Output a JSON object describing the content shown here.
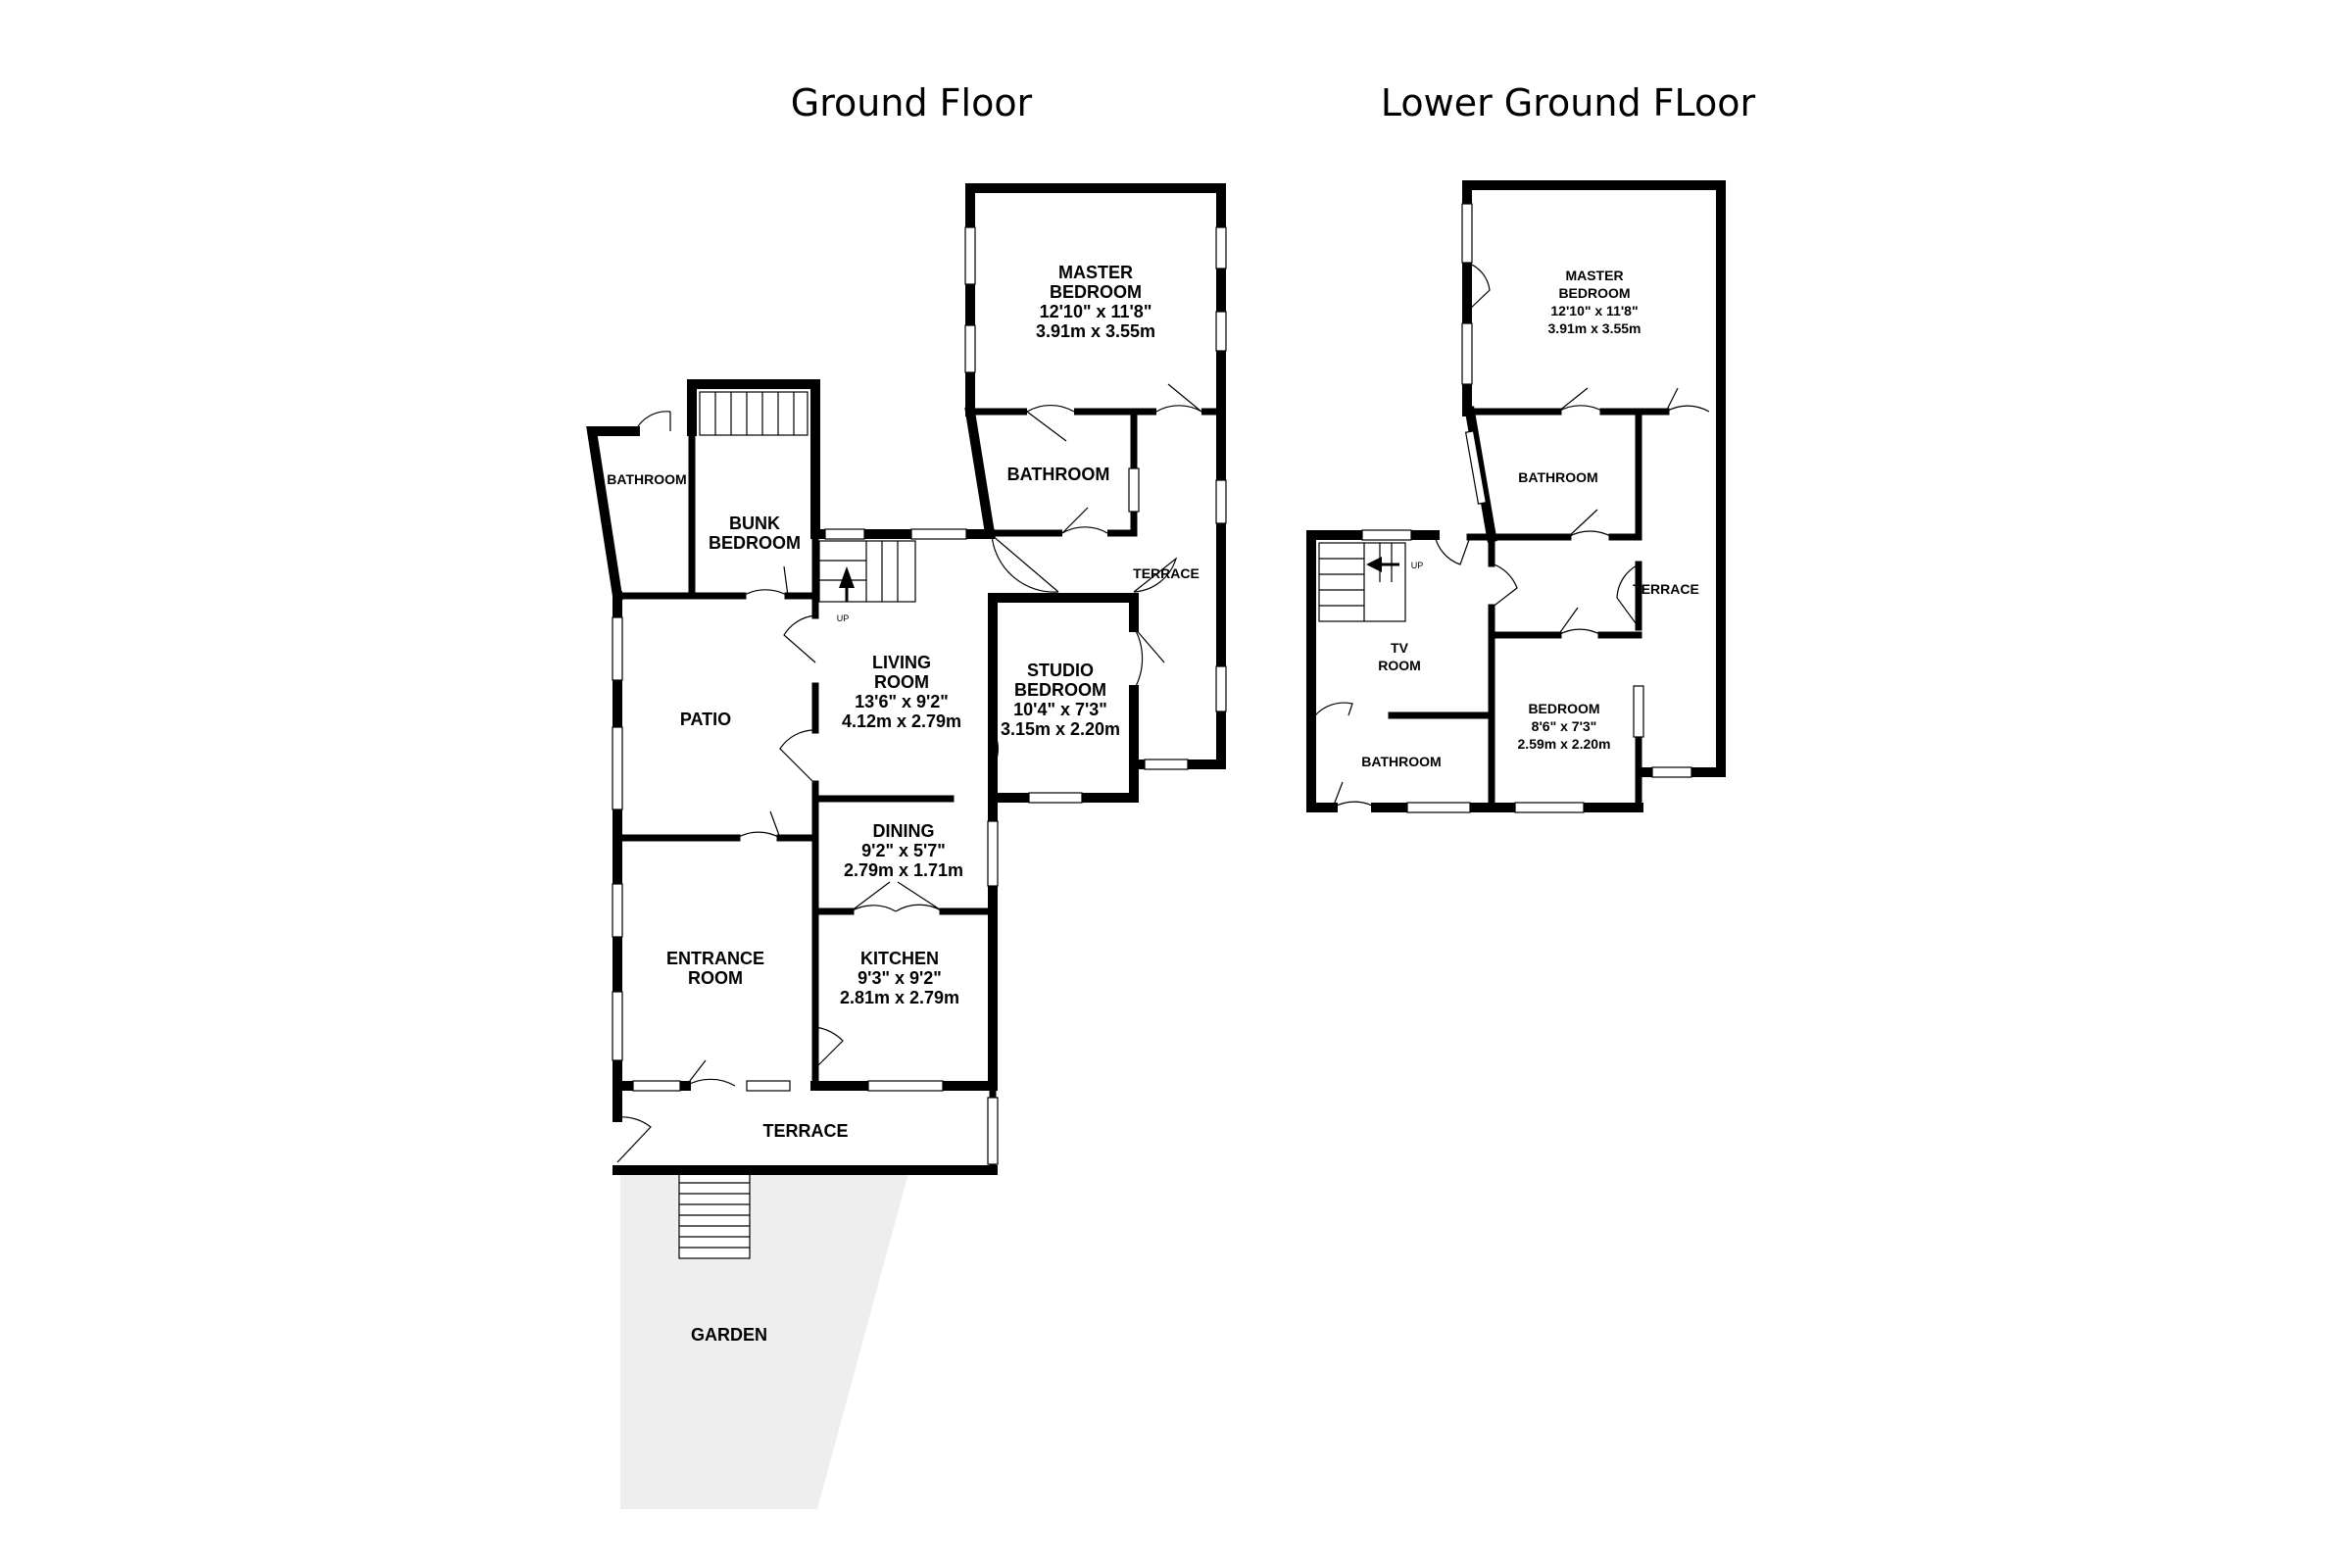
{
  "floors": {
    "ground": {
      "title": "Ground Floor",
      "rooms": {
        "master": [
          "MASTER",
          "BEDROOM",
          "12'10\"  x 11'8\"",
          "3.91m  x 3.55m"
        ],
        "bathroom": [
          "BATHROOM"
        ],
        "terrace_right": [
          "TERRACE"
        ],
        "bathroom_small": [
          "BATHROOM"
        ],
        "bunk": [
          "BUNK",
          "BEDROOM"
        ],
        "living": [
          "LIVING",
          "ROOM",
          "13'6\"  x 9'2\"",
          "4.12m  x 2.79m"
        ],
        "studio": [
          "STUDIO",
          "BEDROOM",
          "10'4\"  x 7'3\"",
          "3.15m  x 2.20m"
        ],
        "patio": [
          "PATIO"
        ],
        "dining": [
          "DINING",
          "9'2\"  x 5'7\"",
          "2.79m  x 1.71m"
        ],
        "entrance": [
          "ENTRANCE",
          "ROOM"
        ],
        "kitchen": [
          "KITCHEN",
          "9'3\"  x 9'2\"",
          "2.81m  x 2.79m"
        ],
        "terrace_bottom": [
          "TERRACE"
        ],
        "garden": [
          "GARDEN"
        ]
      },
      "stair_label": "UP"
    },
    "lower": {
      "title": "Lower Ground FLoor",
      "rooms": {
        "master": [
          "MASTER",
          "BEDROOM",
          "12'10\"  x 11'8\"",
          "3.91m  x 3.55m"
        ],
        "bathroom": [
          "BATHROOM"
        ],
        "terrace": [
          "TERRACE"
        ],
        "tv": [
          "TV",
          "ROOM"
        ],
        "bedroom": [
          "BEDROOM",
          "8'6\"  x 7'3\"",
          "2.59m  x 2.20m"
        ],
        "bathroom_small": [
          "BATHROOM"
        ]
      },
      "stair_label": "UP"
    }
  },
  "colors": {
    "wall": "#000000",
    "garden": "#eeeeee",
    "background": "#ffffff"
  }
}
